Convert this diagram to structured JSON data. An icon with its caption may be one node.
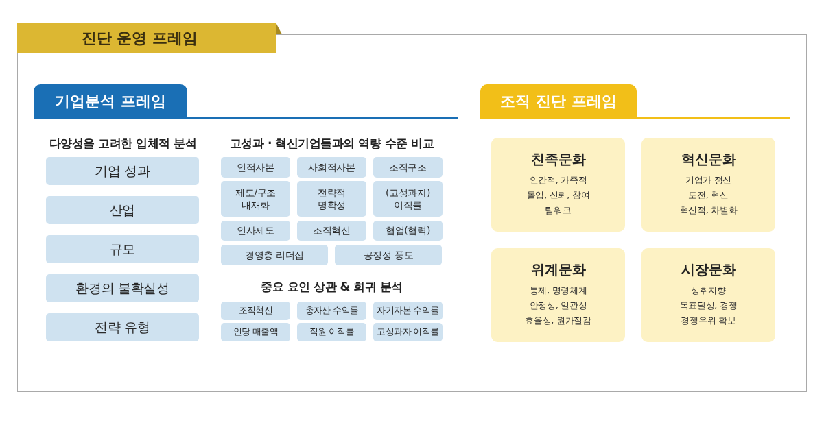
{
  "diagram": {
    "title": "진단 운영 프레임",
    "nodes": [
      {
        "text": [],
        "shape": "box"
      },
      {
        "text": [
          "기업분석 프레임"
        ],
        "in": 0
      },
      {
        "text": [
          "기업 성과"
        ],
        "in": 0
      },
      {
        "text": [
          "산업"
        ],
        "in": 0
      },
      {
        "text": [
          "규모"
        ],
        "in": 0
      },
      {
        "text": [
          "환경의 불확실성"
        ],
        "in": 0
      },
      {
        "text": [
          "전략 유형"
        ],
        "in": 0
      },
      {
        "text": [
          "인적자본"
        ],
        "in": 0
      },
      {
        "text": [
          "사회적자본"
        ],
        "in": 0
      },
      {
        "text": [
          "조직구조"
        ],
        "in": 0
      },
      {
        "text": [
          "제도/구조 내재화"
        ],
        "in": 0
      },
      {
        "text": [
          "전략적 명확성"
        ],
        "in": 0
      },
      {
        "text": [
          "(고성과자) 이직률"
        ],
        "in": 0
      },
      {
        "text": [
          "인사제도"
        ],
        "in": 0
      },
      {
        "text": [
          "조직혁신"
        ],
        "in": 0
      },
      {
        "text": [
          "협업(협력)"
        ],
        "in": 0
      },
      {
        "text": [
          "경영층 리더십"
        ],
        "in": 0
      },
      {
        "text": [
          "공정성 풍토"
        ],
        "in": 0
      },
      {
        "text": [
          "조직혁신"
        ],
        "in": 0
      },
      {
        "text": [
          "총자산 수익률"
        ],
        "in": 0
      },
      {
        "text": [
          "자기자본 수익률"
        ],
        "in": 0
      },
      {
        "text": [
          "인당 매출액"
        ],
        "in": 0
      },
      {
        "text": [
          "직원 이직률"
        ],
        "in": 0
      },
      {
        "text": [
          "고성과자 이직률"
        ],
        "in": 0
      },
      {
        "text": [
          "조직 진단 프레임"
        ],
        "in": 0
      },
      {
        "text": [
          "친족문화",
          "인간적, 가족적",
          "몰입, 신뢰, 참여",
          "팀워크"
        ],
        "in": 0
      },
      {
        "text": [
          "혁신문화",
          "기업가 정신",
          "도전, 혁신",
          "혁신적, 차별화"
        ],
        "in": 0
      },
      {
        "text": [
          "위계문화",
          "통제, 명령체계",
          "안정성, 일관성",
          "효율성, 원가절감"
        ],
        "in": 0
      },
      {
        "text": [
          "시장문화",
          "성취지향",
          "목표달성, 경쟁",
          "경쟁우위 확보"
        ],
        "in": 0
      }
    ],
    "labels": [
      "다양성을 고려한 입체적 분석",
      "고성과 · 혁신기업들과의 역량 수준 비교",
      "중요 요인 상관 & 회귀 분석"
    ]
  }
}
